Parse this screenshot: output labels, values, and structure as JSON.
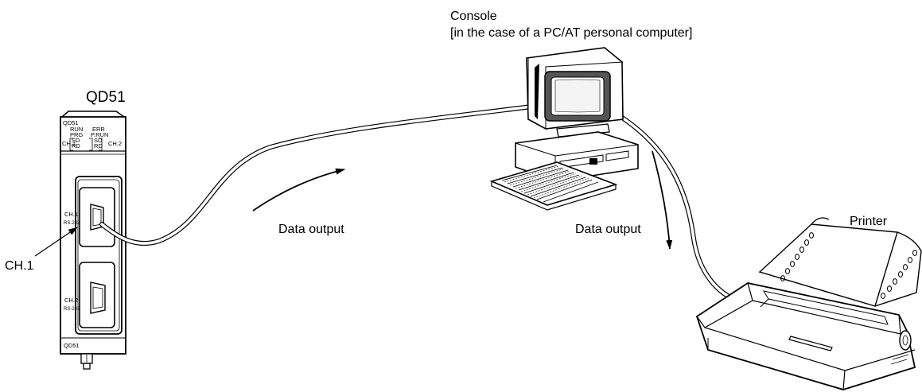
{
  "module": {
    "title": "QD51",
    "panel_model": "QD51",
    "footer_model": "QD51",
    "led_run": "RUN",
    "led_err": "ERR",
    "led_prg": "PRG",
    "led_prun": "P.RUN",
    "led_sd1": "SD",
    "led_rd1": "RD",
    "led_sd2": "SD",
    "led_rd2": "RD",
    "ch1_led": "CH.1",
    "ch2_led": "CH.2",
    "port1_name": "CH.1",
    "port1_type": "RS-232",
    "port2_name": "CH.2",
    "port2_type": "RS-232"
  },
  "callouts": {
    "ch1": "CH.1",
    "console_line1": "Console",
    "console_line2": "[in the case of a PC/AT personal computer]",
    "printer": "Printer",
    "data_output_left": "Data output",
    "data_output_right": "Data output"
  }
}
